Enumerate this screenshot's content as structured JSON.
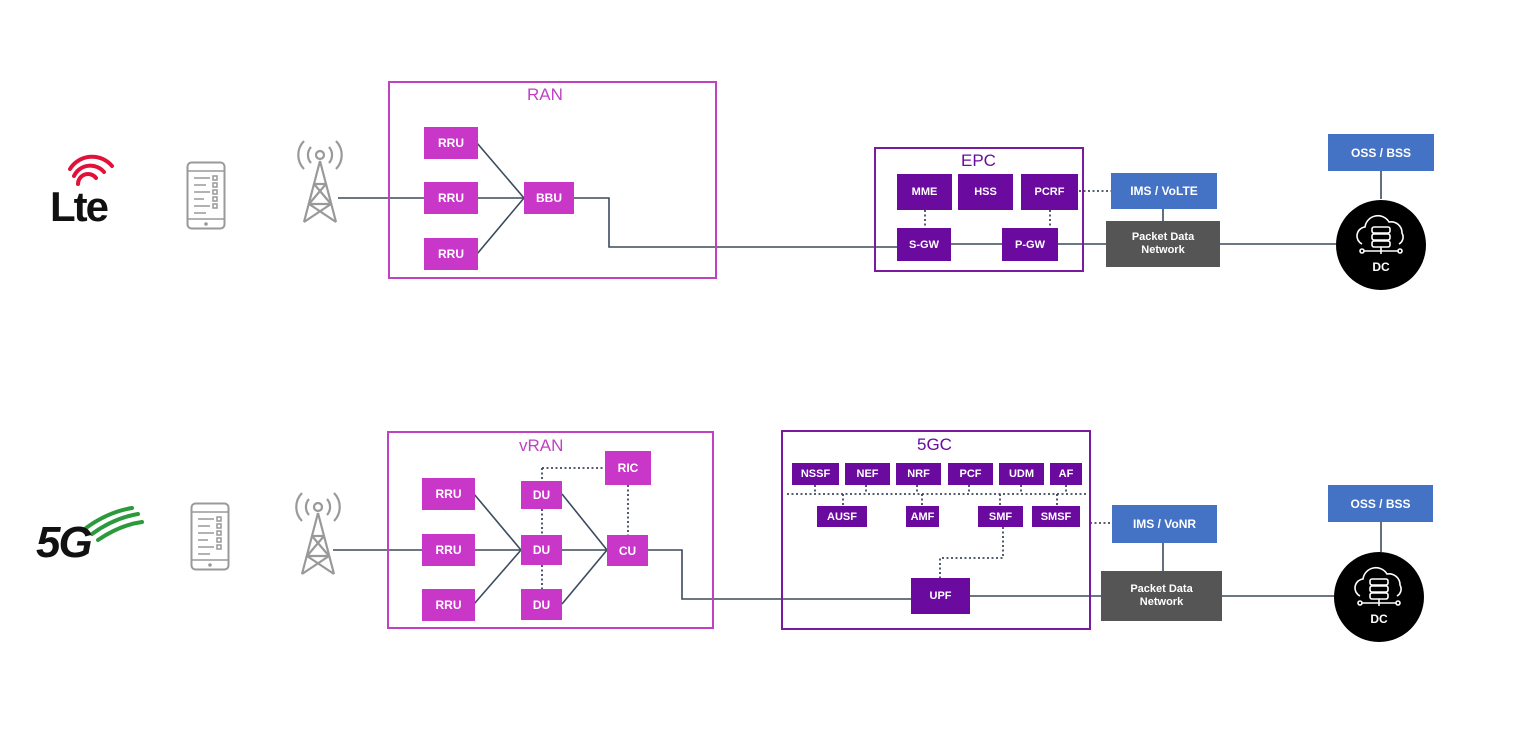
{
  "lte": {
    "logo_text": "Lte",
    "ran": {
      "title": "RAN",
      "rru1": "RRU",
      "rru2": "RRU",
      "rru3": "RRU",
      "bbu": "BBU"
    },
    "epc": {
      "title": "EPC",
      "mme": "MME",
      "hss": "HSS",
      "pcrf": "PCRF",
      "sgw": "S-GW",
      "pgw": "P-GW"
    },
    "ims": "IMS / VoLTE",
    "pdn": {
      "line1": "Packet Data",
      "line2": "Network"
    },
    "oss": "OSS / BSS",
    "dc": "DC"
  },
  "fiveg": {
    "logo_text": "5G",
    "vran": {
      "title": "vRAN",
      "rru1": "RRU",
      "rru2": "RRU",
      "rru3": "RRU",
      "du1": "DU",
      "du2": "DU",
      "du3": "DU",
      "ric": "RIC",
      "cu": "CU"
    },
    "core": {
      "title": "5GC",
      "nssf": "NSSF",
      "nef": "NEF",
      "nrf": "NRF",
      "pcf": "PCF",
      "udm": "UDM",
      "af": "AF",
      "ausf": "AUSF",
      "amf": "AMF",
      "smf": "SMF",
      "smsf": "SMSF",
      "upf": "UPF"
    },
    "ims": "IMS / VoNR",
    "pdn": {
      "line1": "Packet Data",
      "line2": "Network"
    },
    "oss": "OSS / BSS",
    "dc": "DC"
  },
  "colors": {
    "ran_accent": "#c837c8",
    "core_accent": "#6b0a9e",
    "service_blue": "#4472c4",
    "network_gray": "#555555",
    "line": "#3c4a5e"
  }
}
